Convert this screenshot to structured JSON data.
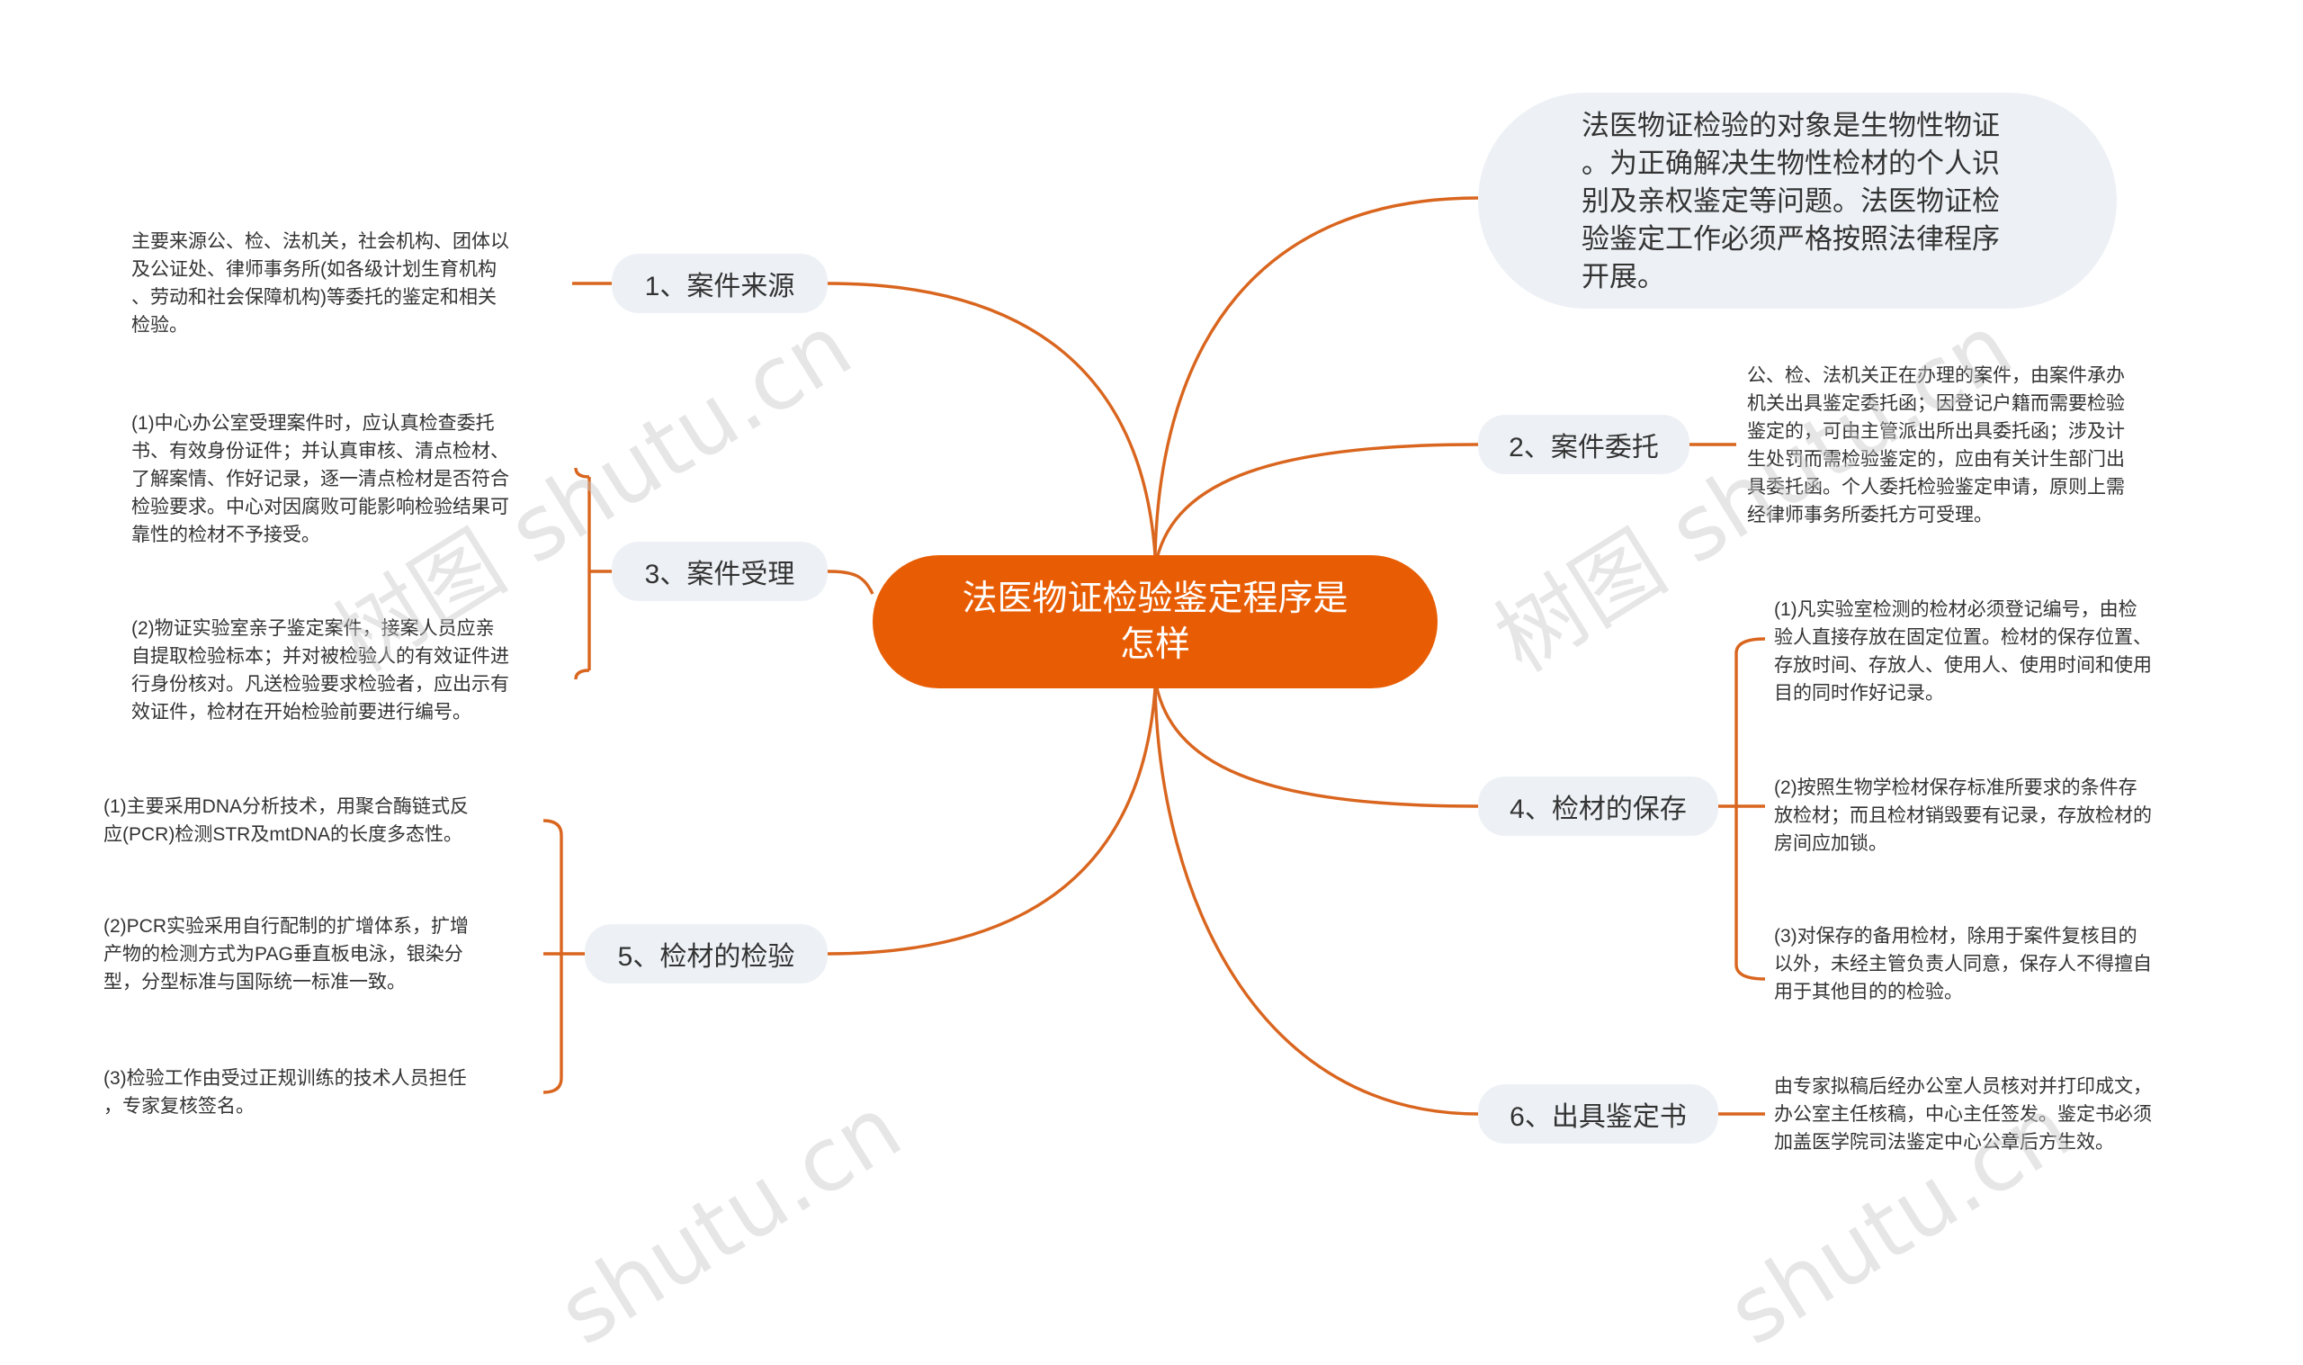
{
  "root": {
    "line1": "法医物证检验鉴定程序是",
    "line2": "怎样"
  },
  "intro": {
    "lines": [
      "法医物证检验的对象是生物性物证",
      "。为正确解决生物性检材的个人识",
      "别及亲权鉴定等问题。法医物证检",
      "验鉴定工作必须严格按照法律程序",
      "开展。"
    ]
  },
  "branches": [
    {
      "label": "1、案件来源",
      "leaves": [
        {
          "lines": [
            "主要来源公、检、法机关，社会机构、团体以",
            "及公证处、律师事务所(如各级计划生育机构",
            "、劳动和社会保障机构)等委托的鉴定和相关",
            "检验。"
          ]
        }
      ]
    },
    {
      "label": "2、案件委托",
      "leaves": [
        {
          "lines": [
            "公、检、法机关正在办理的案件，由案件承办",
            "机关出具鉴定委托函；因登记户籍而需要检验",
            "鉴定的，可由主管派出所出具委托函；涉及计",
            "生处罚而需检验鉴定的，应由有关计生部门出",
            "具委托函。个人委托检验鉴定申请，原则上需",
            "经律师事务所委托方可受理。"
          ]
        }
      ]
    },
    {
      "label": "3、案件受理",
      "leaves": [
        {
          "lines": [
            "(1)中心办公室受理案件时，应认真检查委托",
            "书、有效身份证件；并认真审核、清点检材、",
            "了解案情、作好记录，逐一清点检材是否符合",
            "检验要求。中心对因腐败可能影响检验结果可",
            "靠性的检材不予接受。"
          ]
        },
        {
          "lines": [
            "(2)物证实验室亲子鉴定案件，接案人员应亲",
            "自提取检验标本；并对被检验人的有效证件进",
            "行身份核对。凡送检验要求检验者，应出示有",
            "效证件，检材在开始检验前要进行编号。"
          ]
        }
      ]
    },
    {
      "label": "4、检材的保存",
      "leaves": [
        {
          "lines": [
            "(1)凡实验室检测的检材必须登记编号，由检",
            "验人直接存放在固定位置。检材的保存位置、",
            "存放时间、存放人、使用人、使用时间和使用",
            "目的同时作好记录。"
          ]
        },
        {
          "lines": [
            "(2)按照生物学检材保存标准所要求的条件存",
            "放检材；而且检材销毁要有记录，存放检材的",
            "房间应加锁。"
          ]
        },
        {
          "lines": [
            "(3)对保存的备用检材，除用于案件复核目的",
            "以外，未经主管负责人同意，保存人不得擅自",
            "用于其他目的的检验。"
          ]
        }
      ]
    },
    {
      "label": "5、检材的检验",
      "leaves": [
        {
          "lines": [
            "(1)主要采用DNA分析技术，用聚合酶链式反",
            "应(PCR)检测STR及mtDNA的长度多态性。"
          ]
        },
        {
          "lines": [
            "(2)PCR实验采用自行配制的扩增体系，扩增",
            "产物的检测方式为PAG垂直板电泳，银染分",
            "型，分型标准与国际统一标准一致。"
          ]
        },
        {
          "lines": [
            "(3)检验工作由受过正规训练的技术人员担任",
            "，专家复核签名。"
          ]
        }
      ]
    },
    {
      "label": "6、出具鉴定书",
      "leaves": [
        {
          "lines": [
            "由专家拟稿后经办公室人员核对并打印成文，",
            "办公室主任核稿，中心主任签发。鉴定书必须",
            "加盖医学院司法鉴定中心公章后方生效。"
          ]
        }
      ]
    }
  ],
  "watermarks": [
    "树图 shutu.cn",
    "树图 shutu.cn",
    "shutu.cn",
    "shutu.cn"
  ],
  "colors": {
    "root": "#e85d04",
    "connector": "#d9651e",
    "branch_bg": "#edf1f5",
    "text": "#333333"
  }
}
